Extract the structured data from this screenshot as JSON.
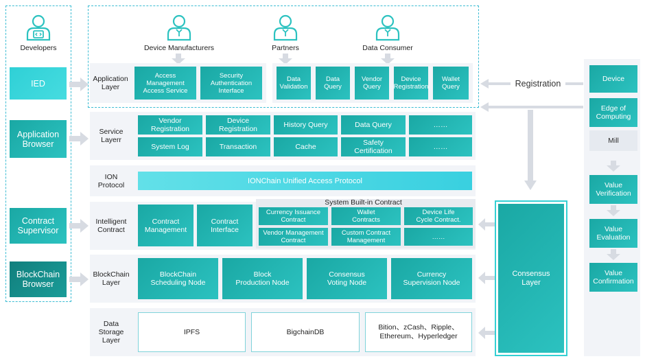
{
  "developers_label": "Developers",
  "left_buttons": {
    "ied": "IED",
    "application_browser": "Application\nBrowser",
    "contract_supervisor": "Contract\nSupervisor",
    "blockchain_browser": "BlockChain\nBrowser"
  },
  "roles": {
    "device_manufacturers": "Device Manufacturers",
    "partners": "Partners",
    "data_consumer": "Data Consumer"
  },
  "application_layer": {
    "label": "Application\nLayer",
    "tiles": [
      "Access\nManagement\nAccess Service",
      "Security\nAuthentication\nInterface",
      "Data\nValidation",
      "Data\nQuery",
      "Vendor\nQuery",
      "Device\nRegistration",
      "Wallet\nQuery"
    ]
  },
  "service_layer": {
    "label": "Service\nLayerr",
    "row1": [
      "Vendor\nRegistration",
      "Device\nRegistration",
      "History Query",
      "Data Query",
      "……"
    ],
    "row2": [
      "System Log",
      "Transaction",
      "Cache",
      "Safety\nCertification",
      "……"
    ]
  },
  "ion_protocol": {
    "label": "ION\nProtocol",
    "bar": "IONChain Unified Access Protocol"
  },
  "intelligent_contract": {
    "label": "Intelligent\nContract",
    "tiles": [
      "Contract\nManagement",
      "Contract\nInterface"
    ],
    "builtin_title": "System Built-in Contract",
    "builtin_row1": [
      "Currency Issuance\nContract",
      "Wallet\nContracts",
      "Device Life\nCycle Contract."
    ],
    "builtin_row2": [
      "Vendor Management\nContract",
      "Custom Contract\nManagement",
      "……"
    ]
  },
  "blockchain_layer": {
    "label": "BlockChain\nLayer",
    "tiles": [
      "BlockChain\nScheduling Node",
      "Block\nProduction Node",
      "Consensus\nVoting Node",
      "Currency\nSupervision Node"
    ]
  },
  "data_storage_layer": {
    "label": "Data\nStorage\nLayer",
    "tiles": [
      "IPFS",
      "BigchainDB",
      "Bition、zCash、Ripple、\nEthereum、Hyperledger"
    ]
  },
  "consensus_layer": "Consensus\nLayer",
  "registration_label": "Registration",
  "right_column": {
    "device": "Device",
    "edge": "Edge of\nComputing",
    "mill": "Mill",
    "steps": [
      "Value\nVerification",
      "Value\nEvaluation",
      "Value\nConfirmation"
    ]
  },
  "colors": {
    "teal": "#1aa8a4",
    "teal_light": "#2cc2c0",
    "cyan": "#5fe0e6",
    "dash": "#3bbcd3",
    "panel": "#f2f4f8",
    "arrow": "#d7dbe2",
    "dark_teal": "#158f8c"
  }
}
